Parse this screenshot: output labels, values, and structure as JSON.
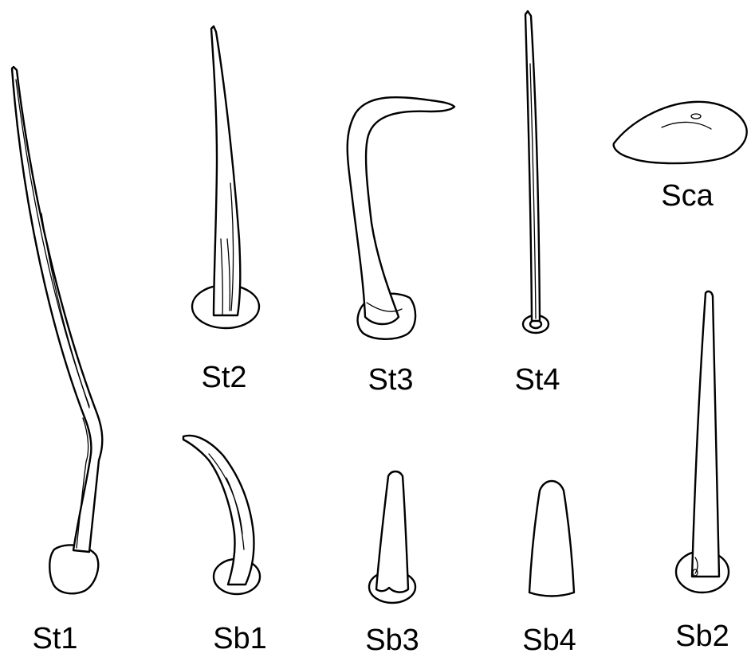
{
  "labels": {
    "st1": "St1",
    "st2": "St2",
    "st3": "St3",
    "st4": "St4",
    "sca": "Sca",
    "sb1": "Sb1",
    "sb2": "Sb2",
    "sb3": "Sb3",
    "sb4": "Sb4"
  }
}
